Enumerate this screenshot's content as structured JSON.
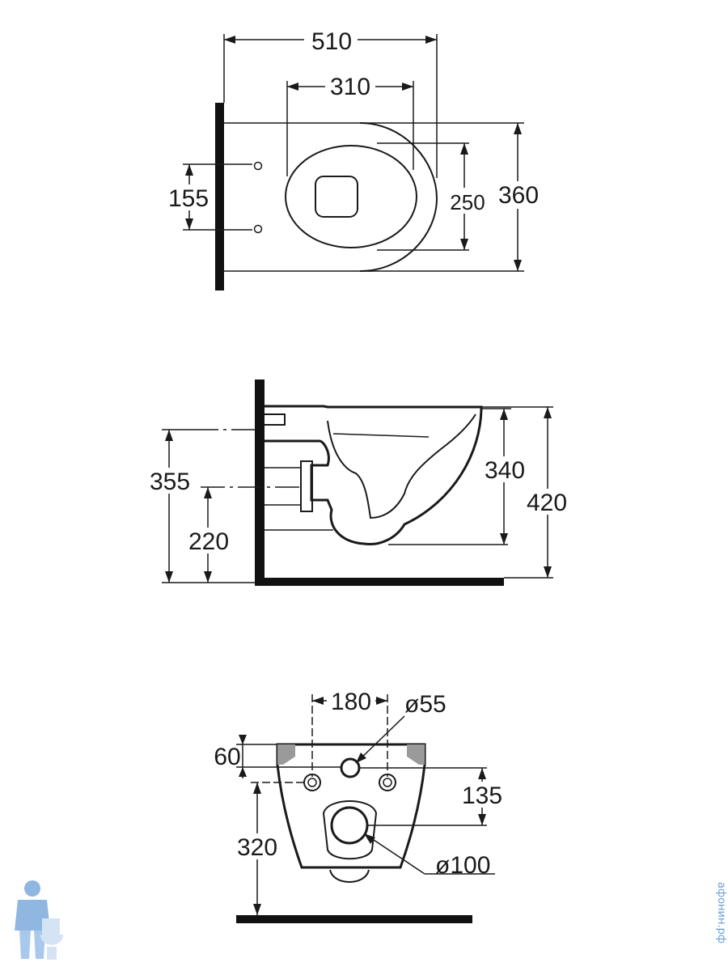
{
  "colors": {
    "line": "#1a1a1a",
    "wall": "#111111",
    "watermark": "#6aa0d8",
    "background": "#ffffff"
  },
  "top_view": {
    "overall_length": "510",
    "seat_opening_length": "310",
    "mount_hole_spacing": "155",
    "seat_opening_width": "250",
    "overall_width": "360"
  },
  "side_view": {
    "inlet_height": "355",
    "outlet_height": "220",
    "bowl_height": "340",
    "total_height": "420"
  },
  "rear_view": {
    "bolt_spacing": "180",
    "inlet_diameter": "ø55",
    "top_offset": "60",
    "outlet_offset": "135",
    "mount_height": "320",
    "outlet_diameter": "ø100"
  },
  "watermark": {
    "text": "афонин.рф",
    "icon": "plumber-mascot-icon"
  }
}
